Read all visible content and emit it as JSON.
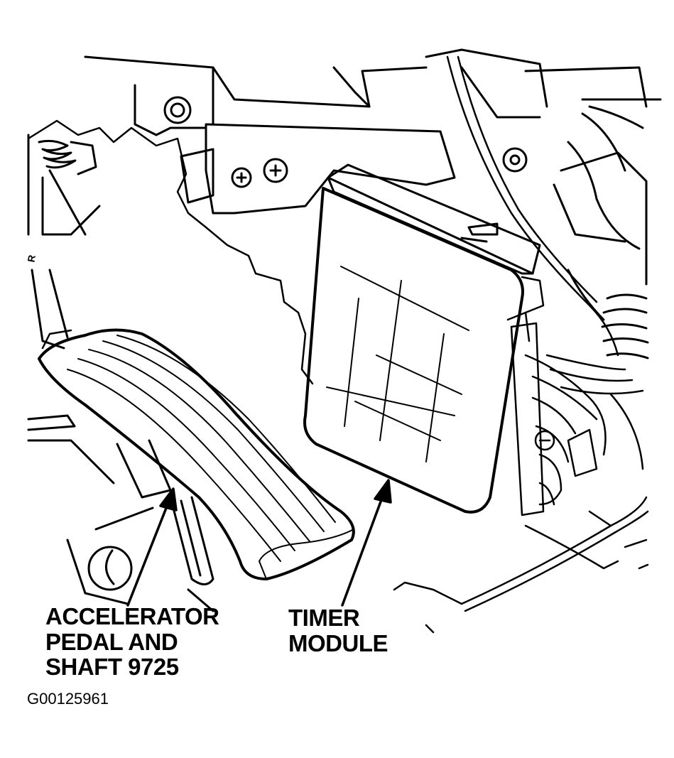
{
  "labels": {
    "pedal_line1": "ACCELERATOR",
    "pedal_line2": "PEDAL AND",
    "pedal_line3": "SHAFT 9725",
    "timer_line1": "TIMER",
    "timer_line2": "MODULE",
    "figure_code": "G00125961",
    "bracket_mark": "R"
  }
}
